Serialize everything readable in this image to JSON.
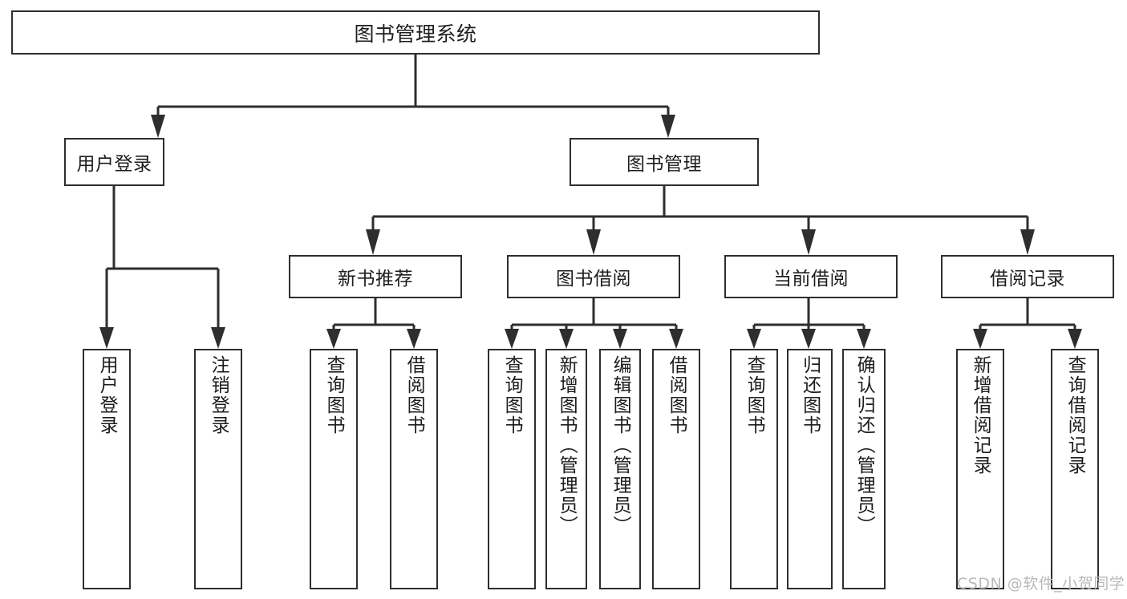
{
  "diagram": {
    "title": "图书管理系统",
    "type": "tree-hierarchy",
    "root": {
      "label": "图书管理系统"
    },
    "level2": [
      {
        "label": "用户登录"
      },
      {
        "label": "图书管理"
      }
    ],
    "level3": [
      {
        "label": "新书推荐"
      },
      {
        "label": "图书借阅"
      },
      {
        "label": "当前借阅"
      },
      {
        "label": "借阅记录"
      }
    ],
    "leaves": {
      "user_login": [
        {
          "label": "用户登录"
        },
        {
          "label": "注销登录"
        }
      ],
      "new_book_recommend": [
        {
          "label": "查询图书"
        },
        {
          "label": "借阅图书"
        }
      ],
      "book_borrow": [
        {
          "label": "查询图书"
        },
        {
          "label": "新增图书（管理员）"
        },
        {
          "label": "编辑图书（管理员）"
        },
        {
          "label": "借阅图书"
        }
      ],
      "current_borrow": [
        {
          "label": "查询图书"
        },
        {
          "label": "归还图书"
        },
        {
          "label": "确认归还（管理员）"
        }
      ],
      "borrow_record": [
        {
          "label": "新增借阅记录"
        },
        {
          "label": "查询借阅记录"
        }
      ]
    }
  },
  "watermark": {
    "text": "CSDN @软件_小贺同学"
  },
  "colors": {
    "border": "#2e2e2e",
    "background": "#ffffff",
    "text": "#1d1d1d",
    "watermark": "#b9b9b9"
  }
}
